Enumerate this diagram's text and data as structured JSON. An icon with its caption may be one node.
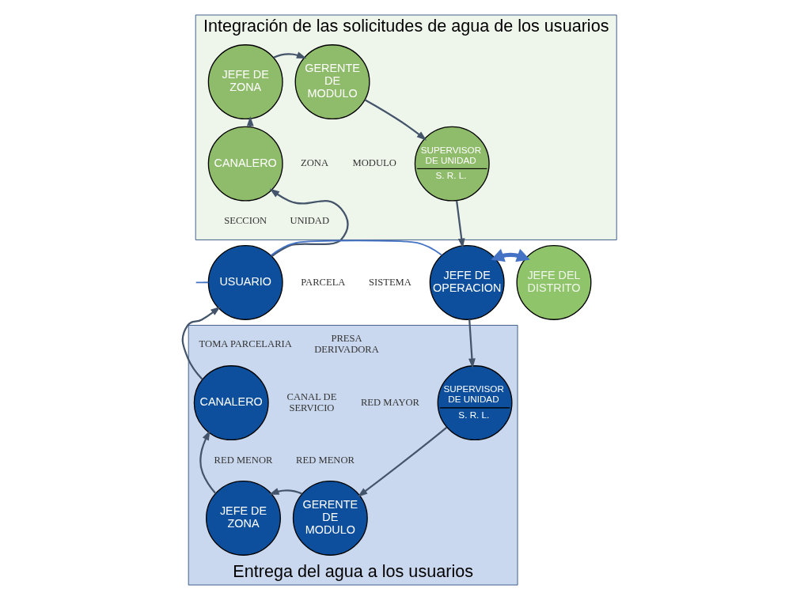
{
  "diagram": {
    "nodes": [
      {
        "text": [
          "Integración de las solicitudes de agua de los usuarios"
        ]
      },
      {
        "text": [
          "CANALERO"
        ],
        "in": 0
      },
      {
        "text": [
          "JEFE DE ZONA"
        ],
        "in": 0
      },
      {
        "text": [
          "GERENTE DE MODULO"
        ],
        "in": 0
      },
      {
        "text": [
          "SUPERVISOR DE UNIDAD",
          "S. R. L."
        ],
        "in": 0
      },
      {
        "text": [
          "Entrega del agua a los usuarios"
        ]
      },
      {
        "text": [
          "USUARIO"
        ]
      },
      {
        "text": [
          "JEFE DE OPERACION"
        ]
      },
      {
        "text": [
          "JEFE DEL DISTRITO"
        ]
      },
      {
        "text": [
          "SUPERVISOR DE UNIDAD",
          "S. R. L."
        ],
        "in": 5
      },
      {
        "text": [
          "GERENTE DE MODULO"
        ],
        "in": 5
      },
      {
        "text": [
          "JEFE DE ZONA"
        ],
        "in": 5
      },
      {
        "text": [
          "CANALERO"
        ],
        "in": 5
      }
    ],
    "edges": [
      {
        "from": 6,
        "to": 1,
        "arrow": "to"
      },
      {
        "from": 1,
        "to": 2,
        "arrow": "to"
      },
      {
        "from": 2,
        "to": 3,
        "arrow": "to"
      },
      {
        "from": 3,
        "to": 4,
        "arrow": "to"
      },
      {
        "from": 4,
        "to": 7,
        "arrow": "to"
      },
      {
        "from": 7,
        "to": 9,
        "arrow": "to"
      },
      {
        "from": 9,
        "to": 10,
        "arrow": "to"
      },
      {
        "from": 10,
        "to": 11,
        "arrow": "to"
      },
      {
        "from": 11,
        "to": 12,
        "arrow": "to"
      },
      {
        "from": 12,
        "to": 6,
        "arrow": "to"
      },
      {
        "from": null,
        "to": 6,
        "arrow": "none",
        "color": "#4472c4"
      },
      {
        "from": 6,
        "to": 7,
        "arrow": "none",
        "color": "#4472c4"
      },
      {
        "from": 7,
        "to": 8,
        "arrow": "both",
        "style": "thick",
        "color": "#4472c4"
      }
    ],
    "labels": [
      "ZONA",
      "MODULO",
      "SECCION",
      "UNIDAD",
      "PARCELA",
      "SISTEMA",
      "TOMA PARCELARIA",
      "PRESA DERIVADORA",
      "CANAL DE SERVICIO",
      "RED MAYOR",
      "RED MENOR",
      "RED MENOR"
    ]
  }
}
